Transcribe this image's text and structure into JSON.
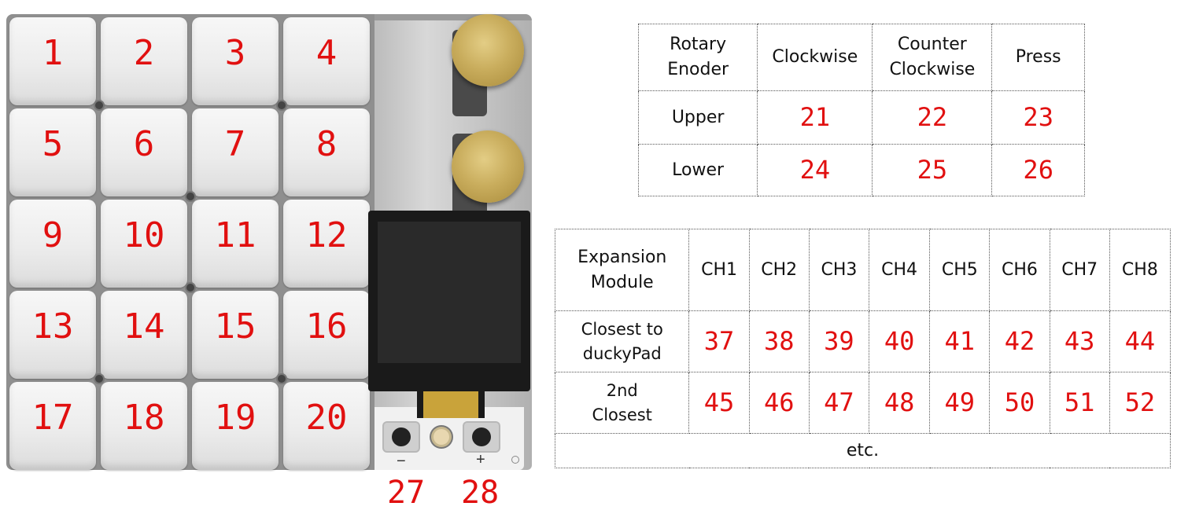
{
  "keys": [
    "1",
    "2",
    "3",
    "4",
    "5",
    "6",
    "7",
    "8",
    "9",
    "10",
    "11",
    "12",
    "13",
    "14",
    "15",
    "16",
    "17",
    "18",
    "19",
    "20"
  ],
  "buttons": {
    "minus_symbol": "−",
    "plus_symbol": "+",
    "minus_num": "27",
    "plus_num": "28"
  },
  "rotary_table": {
    "header": [
      "Rotary\nEnoder",
      "Clockwise",
      "Counter\nClockwise",
      "Press"
    ],
    "rows": [
      {
        "label": "Upper",
        "values": [
          "21",
          "22",
          "23"
        ]
      },
      {
        "label": "Lower",
        "values": [
          "24",
          "25",
          "26"
        ]
      }
    ]
  },
  "expansion_table": {
    "header": [
      "Expansion\nModule",
      "CH1",
      "CH2",
      "CH3",
      "CH4",
      "CH5",
      "CH6",
      "CH7",
      "CH8"
    ],
    "rows": [
      {
        "label": "Closest to\nduckyPad",
        "values": [
          "37",
          "38",
          "39",
          "40",
          "41",
          "42",
          "43",
          "44"
        ]
      },
      {
        "label": "2nd\nClosest",
        "values": [
          "45",
          "46",
          "47",
          "48",
          "49",
          "50",
          "51",
          "52"
        ]
      }
    ],
    "footer": "etc."
  },
  "colors": {
    "number_red": "#e11010",
    "knob_gold": "#c9ad5d"
  }
}
